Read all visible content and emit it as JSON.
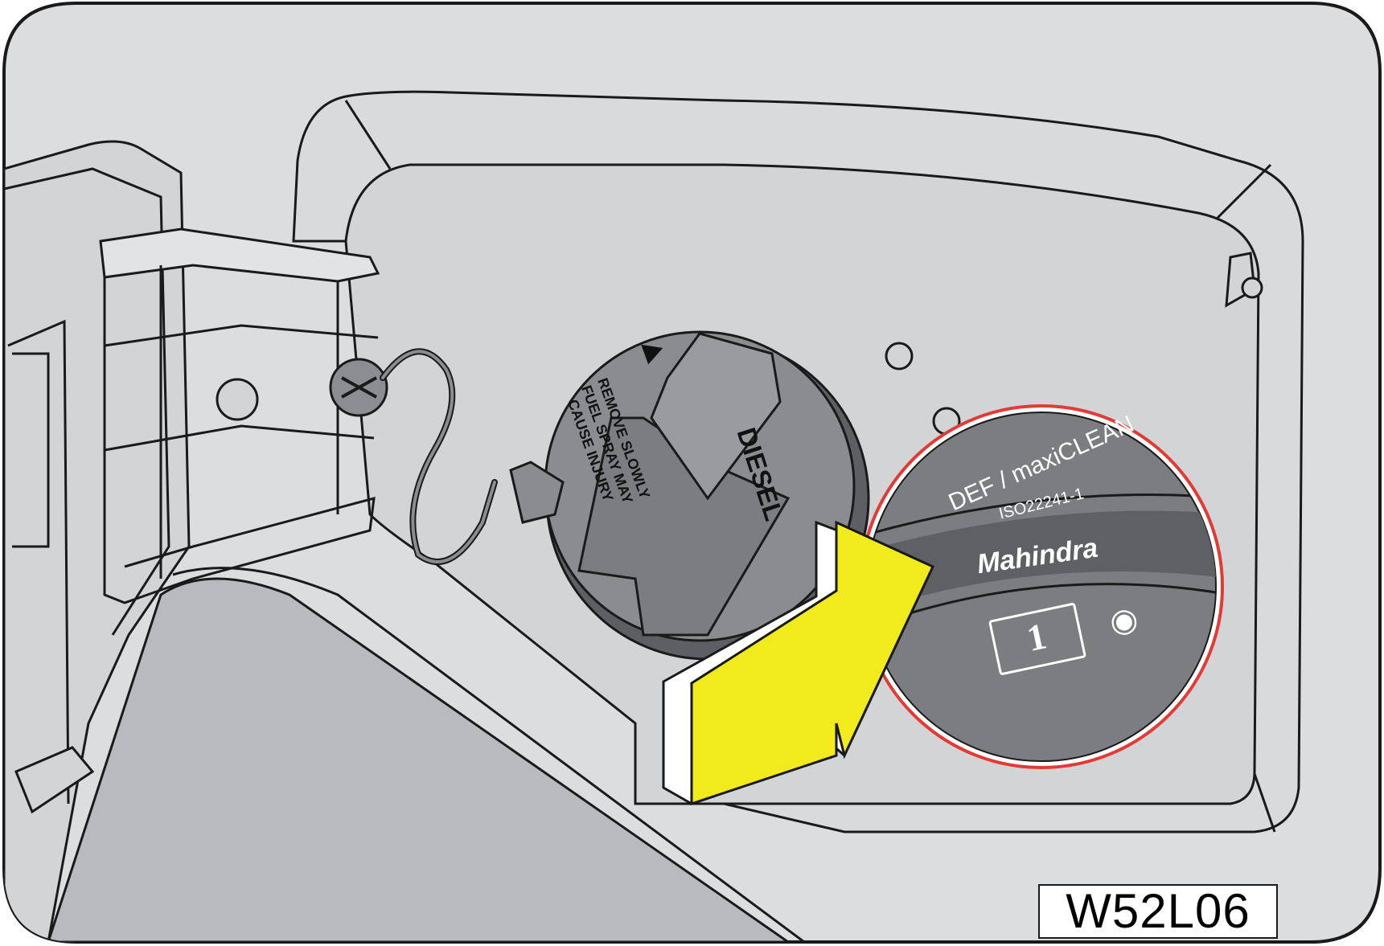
{
  "figure": {
    "reference_code": "W52L06"
  },
  "fuel_cap": {
    "label": "DIESEL",
    "warning_line_1": "REMOVE SLOWLY",
    "warning_line_2": "FUEL SPRAY MAY",
    "warning_line_3": "CAUSE INJURY",
    "icon": "warning-triangle-icon"
  },
  "def_cap": {
    "arc_text": "DEF / maxiCLEAN",
    "standard": "ISO22241-1",
    "brand": "Mahindra",
    "manual_number": "1",
    "icons": [
      "owner-manual-icon",
      "fluid-drop-icon"
    ]
  },
  "colors": {
    "arrow_fill": "#f1ea1c",
    "def_ring": "#e23a35",
    "background": "#dcdddf",
    "cap_dark": "#7c7d80"
  }
}
